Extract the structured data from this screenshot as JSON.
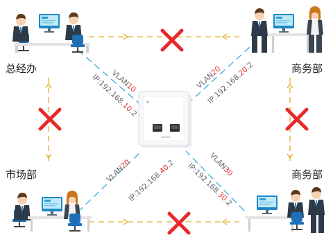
{
  "departments": {
    "top_left": "总经办",
    "top_right": "商务部",
    "bottom_left": "市场部",
    "bottom_right": "商务部"
  },
  "vlans": {
    "top_left": {
      "prefix": "VLAN",
      "id": "10"
    },
    "top_right": {
      "prefix": "VLAN",
      "id": "20"
    },
    "bottom_left": {
      "prefix": "VLAN",
      "id": "20"
    },
    "bottom_right": {
      "prefix": "VLAN",
      "id": "30"
    }
  },
  "ips": {
    "top_left": {
      "prefix": "IP:192.168.",
      "subnet": "10",
      "suffix": ".2"
    },
    "top_right": {
      "prefix": "IP:192.168.",
      "subnet": "20",
      "suffix": ".2"
    },
    "bottom_left": {
      "prefix": "IP:192.168.",
      "subnet": "40",
      "suffix": ".2"
    },
    "bottom_right": {
      "prefix": "IP:192.168.",
      "subnet": "30",
      "suffix": ".2"
    }
  },
  "colors": {
    "access_link": "#2aa7dc",
    "peer_link": "#e5ac2a",
    "block_mark": "#e8282b",
    "highlight": "#e0393b"
  },
  "icons": {
    "blocked_marker": "red-x-icon",
    "device": "wall-access-point-icon"
  }
}
